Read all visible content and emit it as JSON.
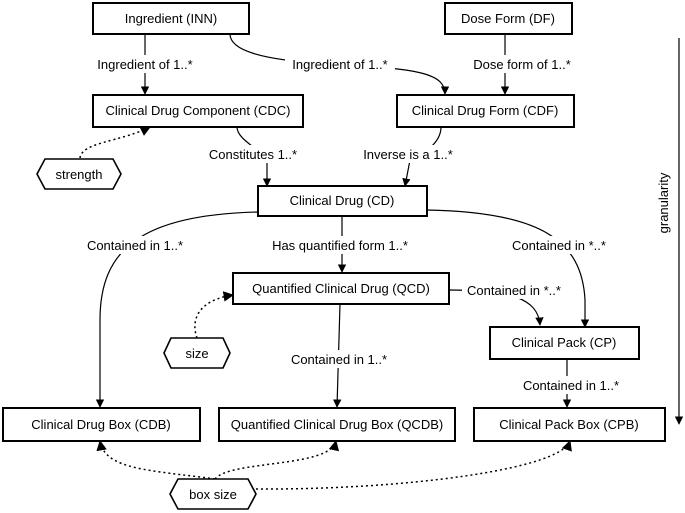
{
  "nodes": {
    "inn": "Ingredient (INN)",
    "df": "Dose Form (DF)",
    "cdc": "Clinical Drug Component (CDC)",
    "cdf": "Clinical Drug Form (CDF)",
    "cd": "Clinical Drug (CD)",
    "qcd": "Quantified Clinical Drug (QCD)",
    "cp": "Clinical Pack (CP)",
    "cdb": "Clinical Drug Box (CDB)",
    "qcdb": "Quantified Clinical Drug Box (QCDB)",
    "cpb": "Clinical Pack Box (CPB)"
  },
  "attributes": {
    "strength": "strength",
    "size": "size",
    "box_size": "box size"
  },
  "edges": {
    "inn_cdc": "Ingredient of 1..*",
    "inn_cdf": "Ingredient of 1..*",
    "df_cdf": "Dose form of 1..*",
    "cdc_cd": "Constitutes 1..*",
    "cdf_cd": "Inverse is a 1..*",
    "cd_cdb": "Contained in 1..*",
    "cd_qcd": "Has quantified form 1..*",
    "cd_cp": "Contained in *..*",
    "qcd_cp": "Contained in *..*",
    "qcd_qcdb": "Contained in 1..*",
    "cp_cpb": "Contained in 1..*"
  },
  "granularity": "granularity"
}
